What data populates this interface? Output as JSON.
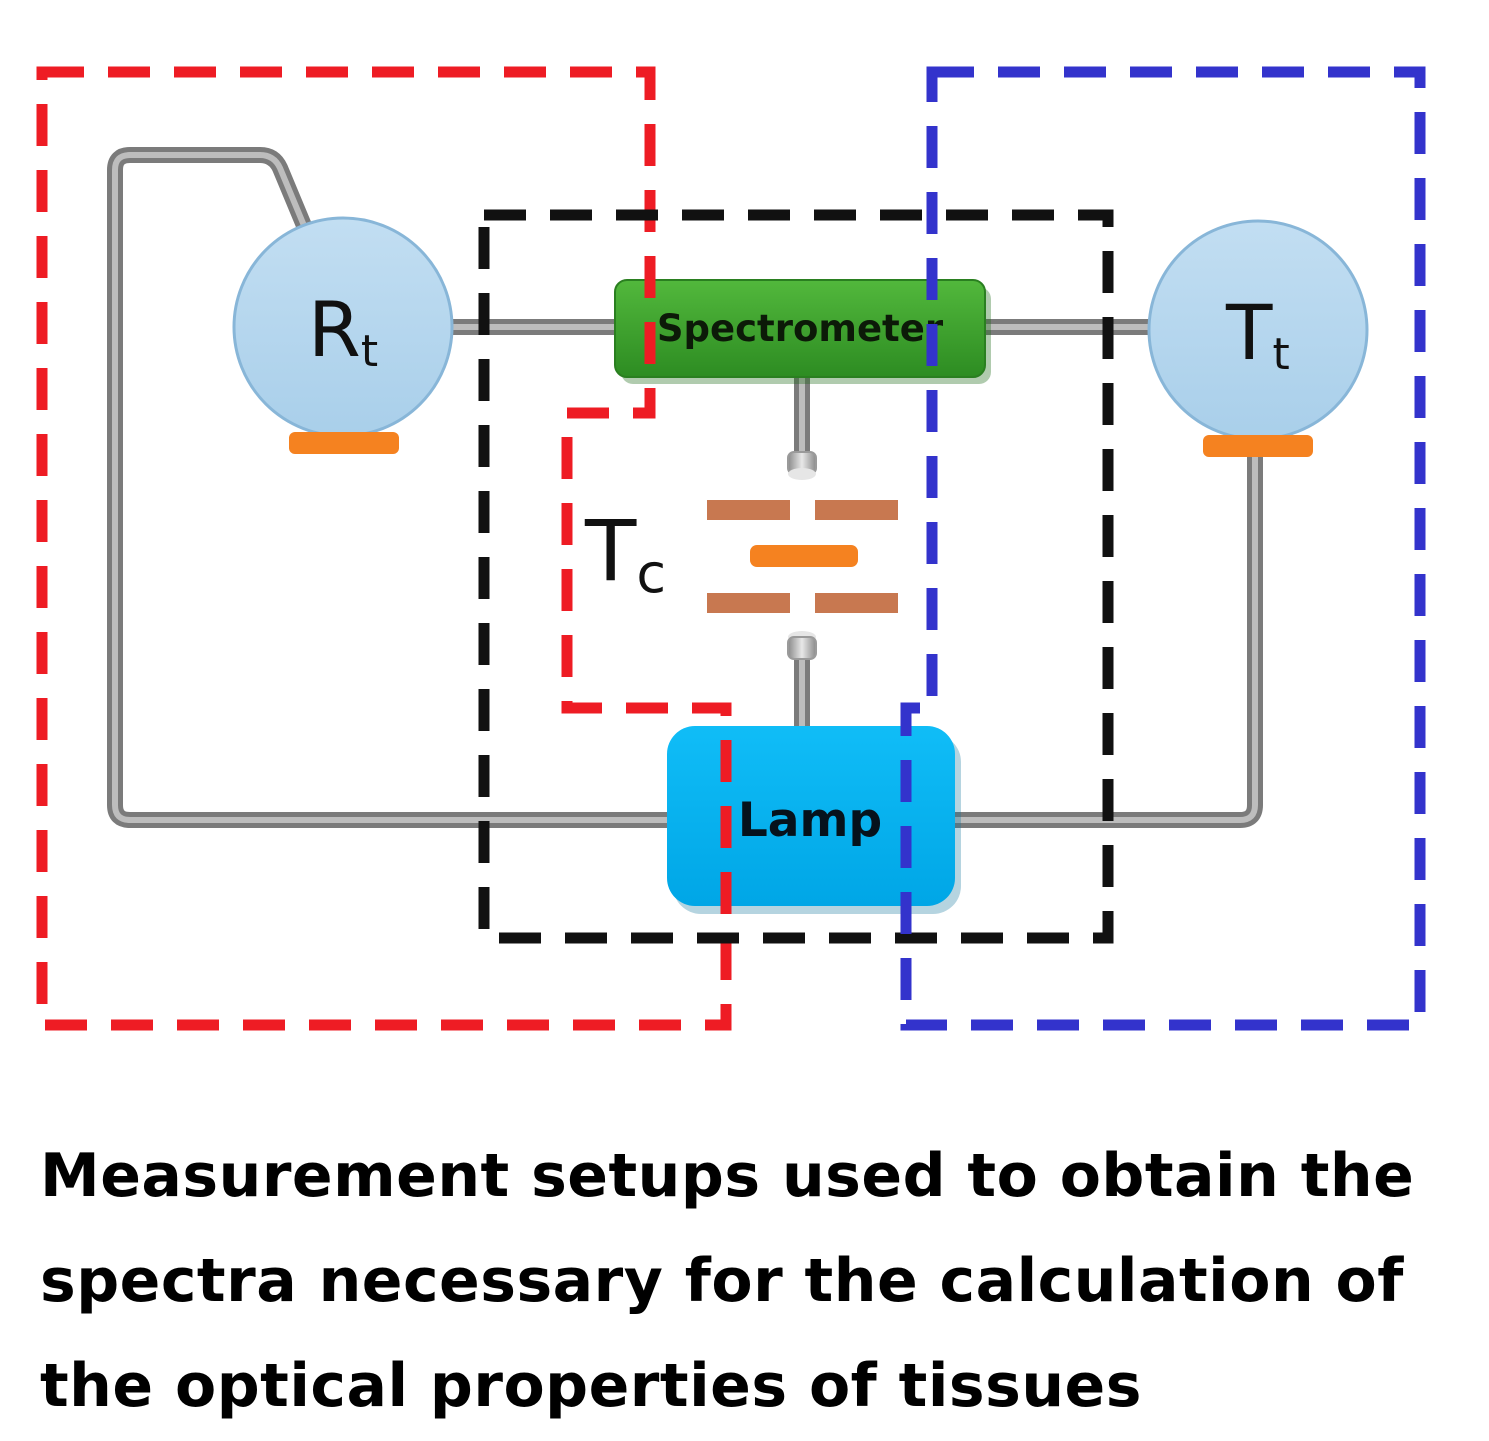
{
  "diagram": {
    "spectrometer_label": "Spectrometer",
    "lamp_label": "Lamp",
    "rt": {
      "main": "R",
      "sub": "t"
    },
    "tt": {
      "main": "T",
      "sub": "t"
    },
    "tc": {
      "main": "T",
      "sub": "c"
    },
    "colors": {
      "reflectance_box": "#ee1c24",
      "collimated_box": "#111111",
      "transmittance_box": "#3333cc",
      "spectrometer": "#3aa12c",
      "lamp": "#00b0f0",
      "sphere": "#b4d6ee",
      "sample": "#f58220",
      "slit": "#c87850",
      "fiber": "#9a9a9a"
    }
  },
  "caption": {
    "line1": "Measurement setups used to obtain the",
    "line2": "spectra necessary for the calculation of",
    "line3": "the optical properties of tissues"
  }
}
